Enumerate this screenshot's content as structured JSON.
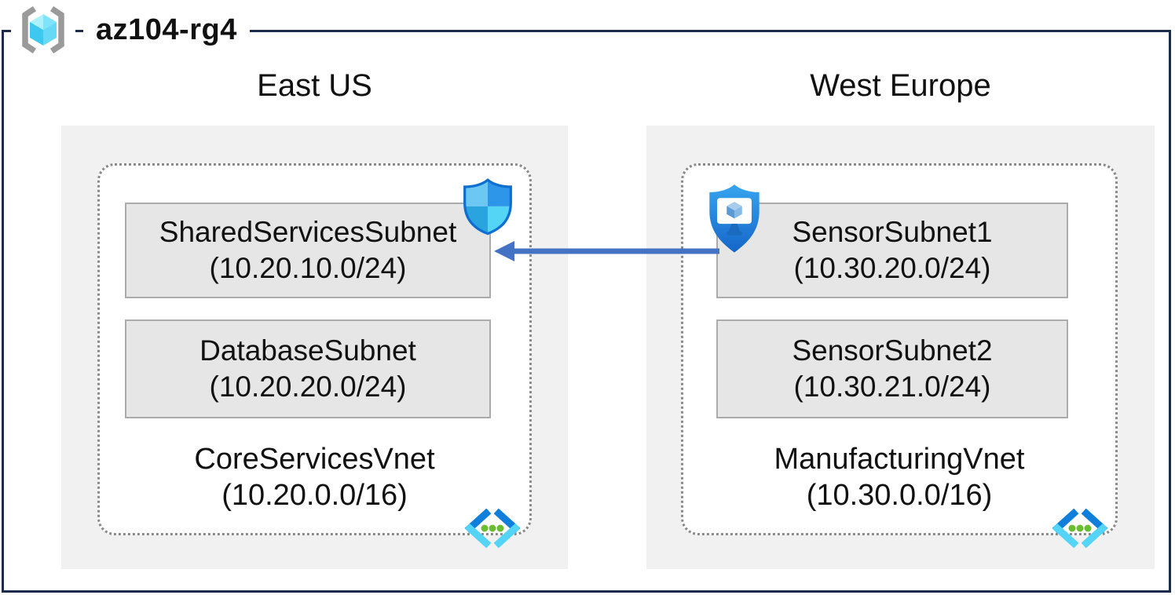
{
  "title": "az104-rg4",
  "regions": [
    {
      "name": "East US",
      "vnet_name": "CoreServicesVnet",
      "vnet_cidr": "(10.20.0.0/16)",
      "subnets": [
        {
          "name": "SharedServicesSubnet",
          "cidr": "(10.20.10.0/24)"
        },
        {
          "name": "DatabaseSubnet",
          "cidr": "(10.20.20.0/24)"
        }
      ]
    },
    {
      "name": "West Europe",
      "vnet_name": "ManufacturingVnet",
      "vnet_cidr": "(10.30.0.0/16)",
      "subnets": [
        {
          "name": "SensorSubnet1",
          "cidr": "(10.30.20.0/24)"
        },
        {
          "name": "SensorSubnet2",
          "cidr": "(10.30.21.0/24)"
        }
      ]
    }
  ],
  "icons": {
    "resource_group": "resource-group-icon",
    "shield": "defender-shield-icon",
    "device_shield": "defender-device-icon",
    "virtual_network": "virtual-network-icon"
  },
  "connection": {
    "from": "SensorSubnet1",
    "to": "SharedServicesSubnet",
    "direction": "left"
  },
  "colors": {
    "frame_border": "#1c2b4b",
    "region_fill": "#f1f1f2",
    "subnet_fill": "#e7e6e6",
    "subnet_border": "#ababab",
    "vnet_dotted_border": "#8a8a8a",
    "arrow": "#4472c4",
    "azure_blue": "#0f7fdb",
    "azure_cyan": "#54d4f7",
    "dot_green": "#68bd30"
  }
}
